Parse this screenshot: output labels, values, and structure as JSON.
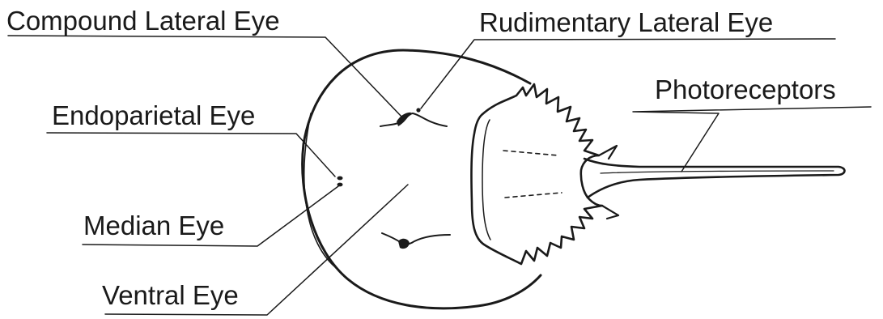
{
  "labels": {
    "compound_lateral_eye": "Compound Lateral Eye",
    "rudimentary_lateral_eye": "Rudimentary Lateral Eye",
    "endoparietal_eye": "Endoparietal Eye",
    "median_eye": "Median Eye",
    "ventral_eye": "Ventral Eye",
    "photoreceptors": "Photoreceptors"
  },
  "colors": {
    "ink": "#1a1a1a",
    "background": "#ffffff"
  }
}
